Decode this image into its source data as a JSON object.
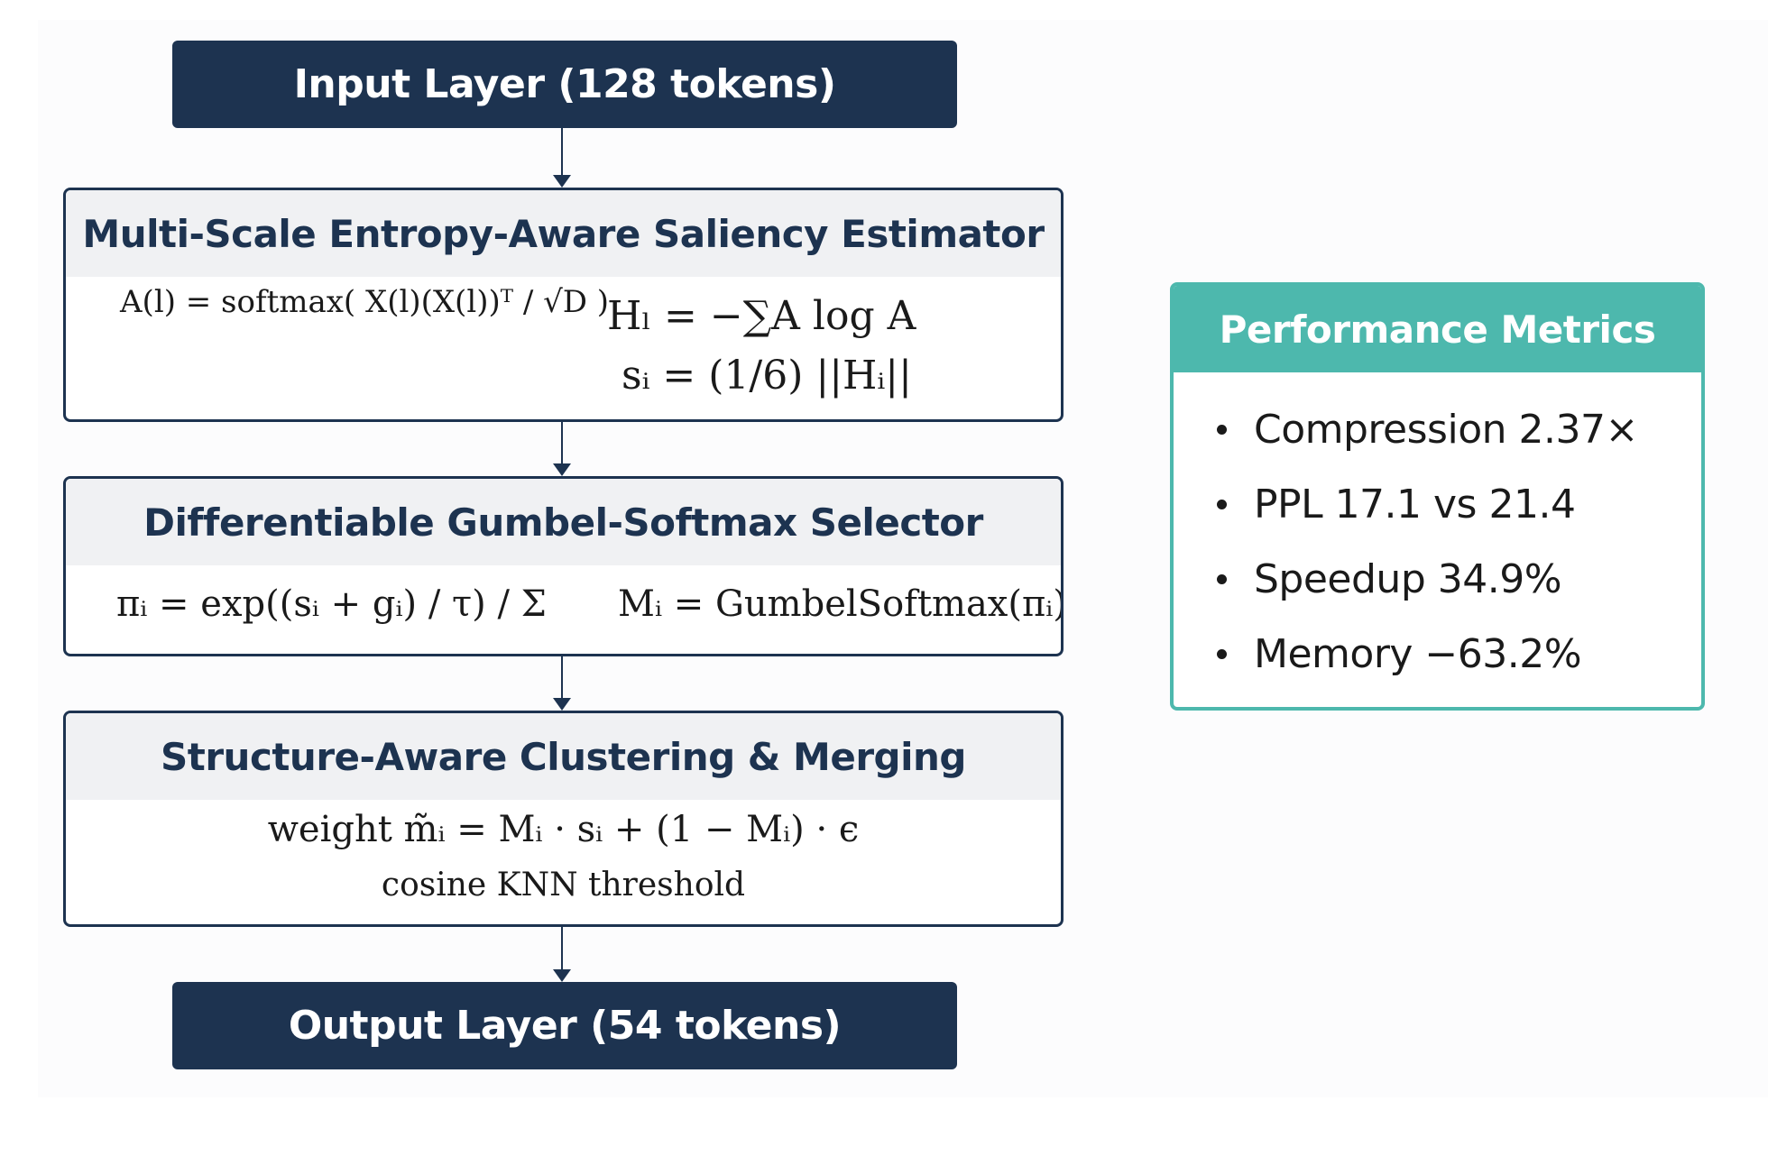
{
  "input_layer": {
    "label": "Input Layer (128 tokens)"
  },
  "output_layer": {
    "label": "Output Layer (54 tokens)"
  },
  "modules": [
    {
      "title": "Multi-Scale Entropy-Aware Saliency Estimator",
      "formulas": {
        "attention": "A(l) = softmax( X(l)(X(l))ᵀ / √D )",
        "entropy": "Hₗ = −∑A log A",
        "score": "sᵢ = (1/6) ||Hᵢ||"
      }
    },
    {
      "title": "Differentiable Gumbel-Softmax Selector",
      "formulas": {
        "pi": "πᵢ = exp((sᵢ + gᵢ) / τ) / Σ",
        "mask": "Mᵢ = GumbelSoftmax(πᵢ)"
      }
    },
    {
      "title": "Structure-Aware Clustering & Merging",
      "formulas": {
        "weight": "weight m̃ᵢ = Mᵢ · sᵢ + (1 − Mᵢ) · ϵ",
        "note": "cosine KNN threshold"
      }
    }
  ],
  "metrics": {
    "title": "Performance Metrics",
    "items": [
      "Compression 2.37×",
      "PPL 17.1 vs 21.4",
      "Speedup 34.9%",
      "Memory −63.2%"
    ]
  },
  "colors": {
    "navy": "#1d3350",
    "teal": "#4db8ad",
    "header_gray": "#f0f1f3"
  }
}
